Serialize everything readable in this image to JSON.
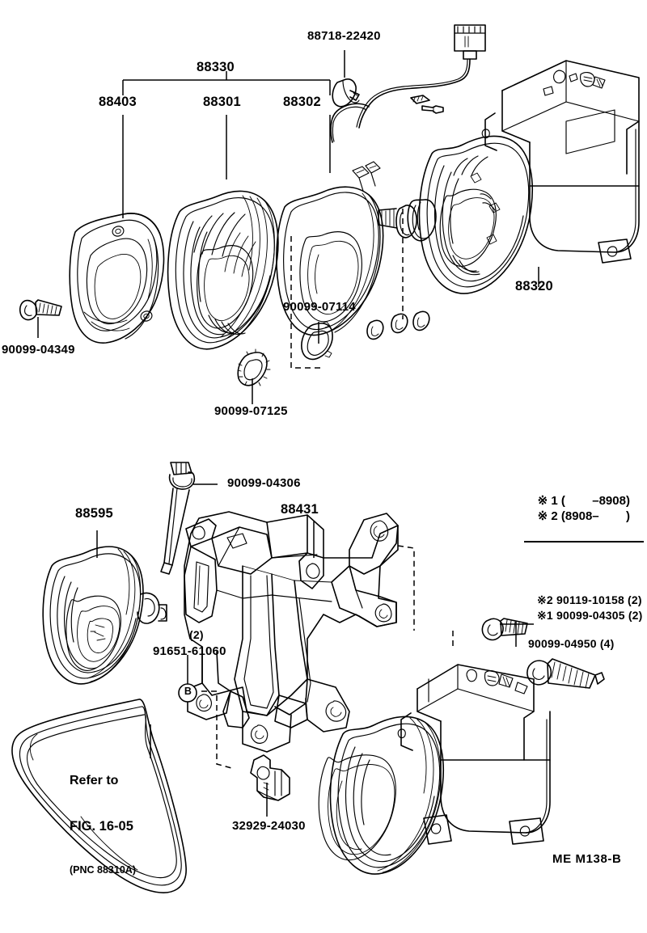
{
  "diagram": {
    "title": "Toyota A/C Compressor and Magnetic Clutch Exploded Parts Diagram",
    "figure_code": "ME M138-B",
    "line_color": "#000000",
    "background_color": "#ffffff"
  },
  "upper_assembly": {
    "group_label": "88330",
    "callouts": [
      {
        "id": "c88403",
        "text": "88403"
      },
      {
        "id": "c88301",
        "text": "88301"
      },
      {
        "id": "c88302",
        "text": "88302"
      },
      {
        "id": "c88320",
        "text": "88320"
      },
      {
        "id": "c88718",
        "text": "88718-22420"
      },
      {
        "id": "c9009904349",
        "text": "90099-04349"
      },
      {
        "id": "c9009907125",
        "text": "90099-07125"
      },
      {
        "id": "c9009907114",
        "text": "90099-07114"
      }
    ]
  },
  "lower_assembly": {
    "callouts": [
      {
        "id": "c88595",
        "text": "88595"
      },
      {
        "id": "c9009904306",
        "text": "90099-04306"
      },
      {
        "id": "c88431",
        "text": "88431"
      },
      {
        "id": "c9165161060",
        "text": "91651-61060"
      },
      {
        "id": "c9165161060qty",
        "text": "(2)"
      },
      {
        "id": "c3292924030",
        "text": "32929-24030"
      },
      {
        "id": "c9011910158",
        "text": "※2 90119-10158 (2)"
      },
      {
        "id": "c9009904305",
        "text": "※1 90099-04305 (2)"
      },
      {
        "id": "c9009904950",
        "text": "90099-04950 (4)"
      }
    ],
    "marker_b": "B",
    "belt_note": {
      "line1": "Refer to",
      "line2": "FIG. 16-05",
      "line3": "(PNC 88310A)"
    }
  },
  "legend": {
    "line1": "※ 1 (        –8908)",
    "line2": "※ 2 (8908–        )"
  }
}
